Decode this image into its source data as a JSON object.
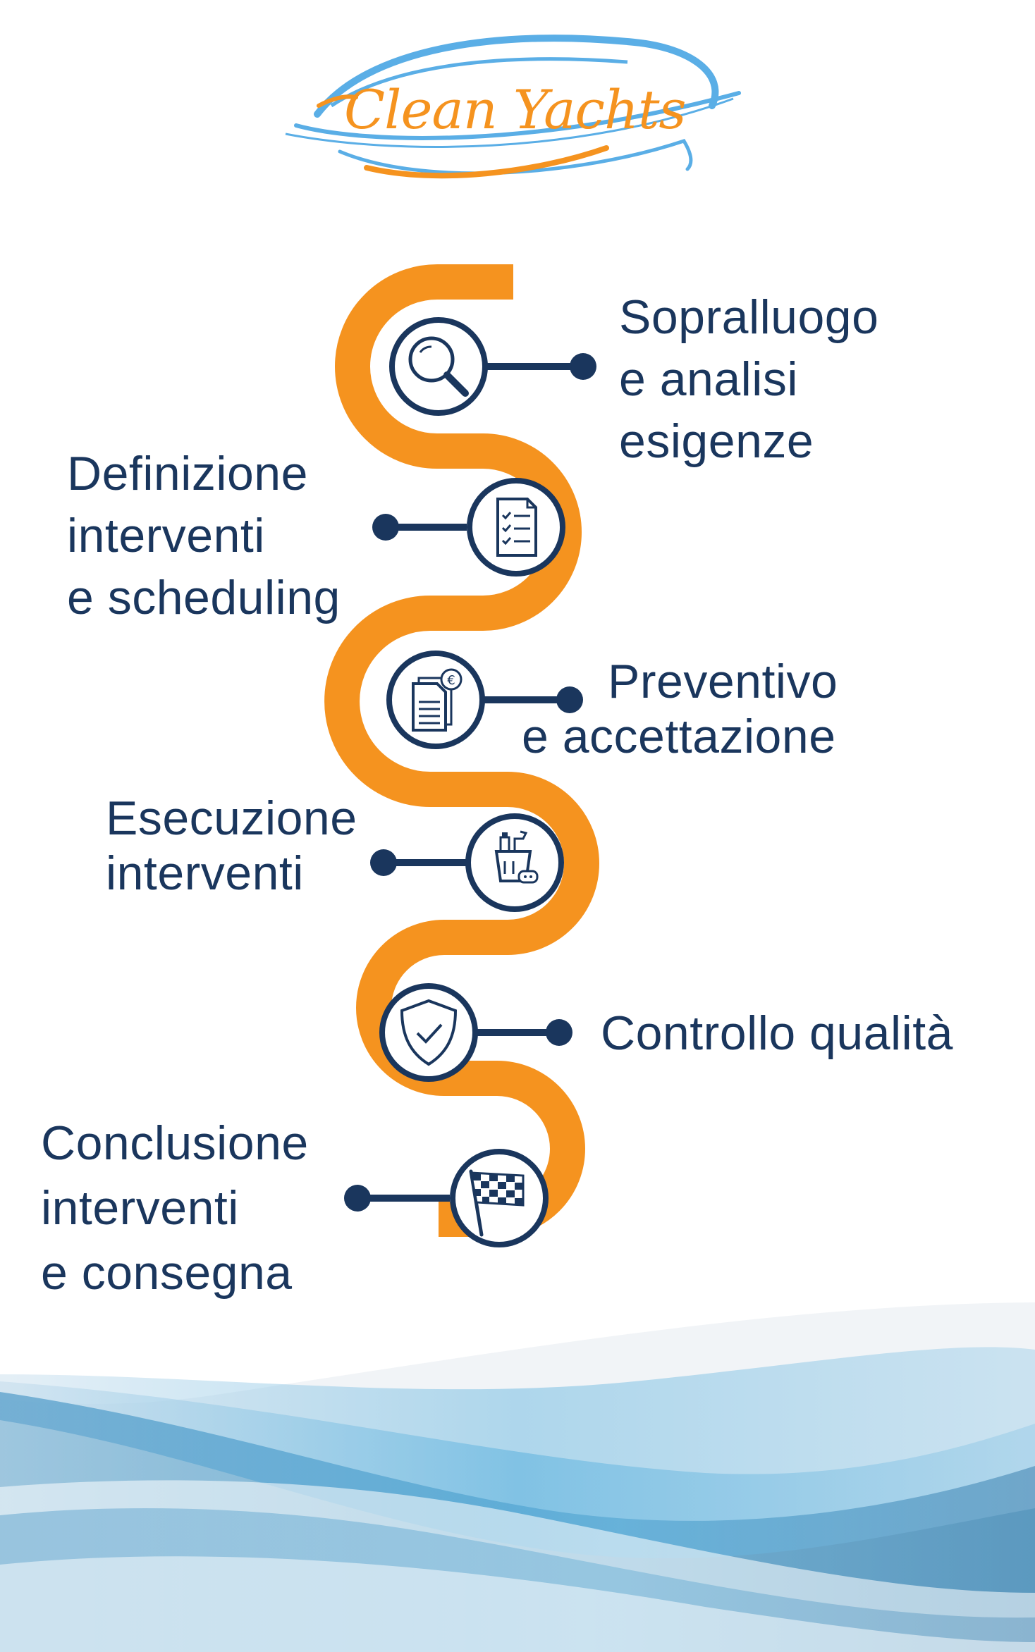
{
  "brand": {
    "name": "Clean Yachts",
    "colors": {
      "orange": "#f5931f",
      "blue": "#5aaee6",
      "navy": "#1a365d"
    }
  },
  "steps": [
    {
      "icon": "magnifier-icon",
      "lines": [
        "Sopralluogo",
        "e analisi",
        "esigenze"
      ]
    },
    {
      "icon": "checklist-icon",
      "lines": [
        "Definizione",
        "interventi",
        "e scheduling"
      ]
    },
    {
      "icon": "euro-document-icon",
      "lines": [
        "Preventivo",
        "e accettazione"
      ]
    },
    {
      "icon": "cleaning-bucket-icon",
      "lines": [
        "Esecuzione",
        "interventi"
      ]
    },
    {
      "icon": "shield-check-icon",
      "lines": [
        "Controllo qualità"
      ]
    },
    {
      "icon": "checkered-flag-icon",
      "lines": [
        "Conclusione",
        "interventi",
        "e consegna"
      ]
    }
  ]
}
